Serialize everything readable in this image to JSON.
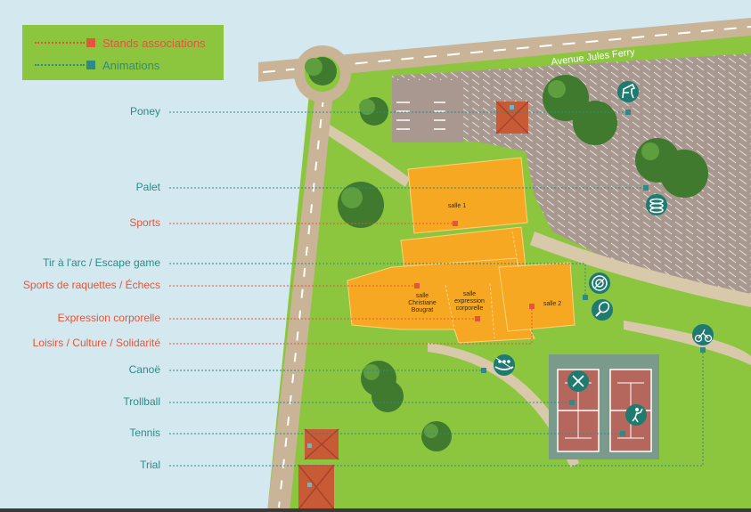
{
  "legend": {
    "stands_label": "Stands associations",
    "animations_label": "Animations"
  },
  "street": {
    "name": "Avenue Jules Ferry"
  },
  "labels": {
    "poney": "Poney",
    "palet": "Palet",
    "sports": "Sports",
    "tir": "Tir à l'arc / Escape game",
    "raquettes": "Sports de raquettes / Échecs",
    "expression": "Expression corporelle",
    "loisirs": "Loisirs / Culture / Solidarité",
    "canoe": "Canoë",
    "trollball": "Trollball",
    "tennis": "Tennis",
    "trial": "Trial"
  },
  "rooms": {
    "salle1": "salle 1",
    "salle2": "salle 2",
    "bougrat_1": "salle",
    "bougrat_2": "Christiane",
    "bougrat_3": "Bougrat",
    "expr_1": "salle",
    "expr_2": "expression",
    "expr_3": "corporelle"
  },
  "colors": {
    "orange": "#e2563a",
    "teal": "#2e8a86",
    "water": "#d4e8ef",
    "grass": "#8cc63f",
    "road": "#c9b497",
    "parking": "#a89890",
    "building": "#f7a823",
    "court": "#b5675e"
  },
  "icons": [
    "horse-icon",
    "palet-icon",
    "target-icon",
    "racket-icon",
    "canoe-icon",
    "sword-icon",
    "tennis-player-icon",
    "bike-icon"
  ]
}
